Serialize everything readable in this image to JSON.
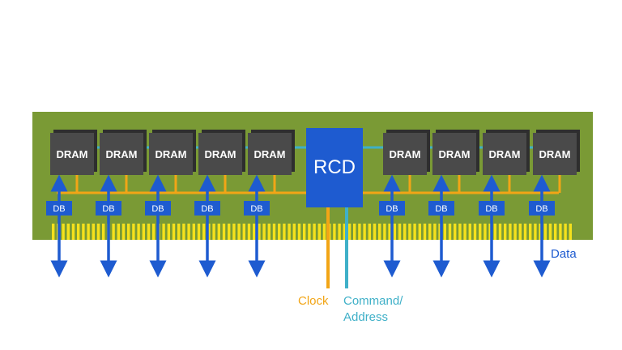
{
  "module": {
    "dram_label": "DRAM",
    "dram_count_left": 5,
    "dram_count_right": 4,
    "rcd_label": "RCD",
    "db_label": "DB"
  },
  "labels": {
    "data": "Data",
    "clock": "Clock",
    "command_line1": "Command/",
    "command_line2": "Address"
  },
  "colors": {
    "board": "#7a9a35",
    "chip": "#4a4a4a",
    "chip_shadow": "#2e2e2e",
    "rcd": "#1e5bd0",
    "db": "#1e5bd0",
    "data_arrow": "#1e5bd0",
    "clock": "#f2a516",
    "command": "#3fb0c8",
    "contacts": "#f5e11c"
  }
}
